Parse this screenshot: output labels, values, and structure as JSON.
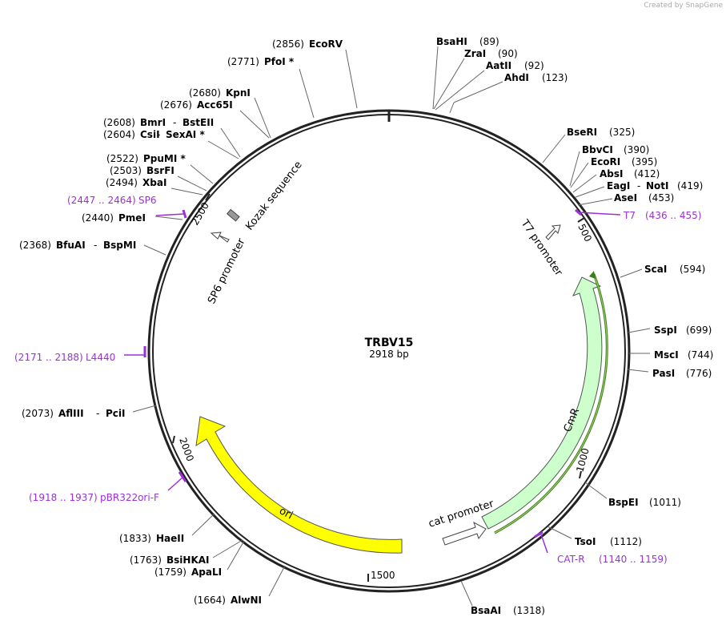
{
  "credit": "Created by SnapGene",
  "title": "TRBV15",
  "length_label": "2918 bp",
  "colors": {
    "backbone": "#222222",
    "ori": "#ffff00",
    "cmr": "#ccffcc",
    "orf_line": "#3a7d1a",
    "primer": "#9b30d9",
    "promoter": "#ffffff"
  },
  "tick_labels": [
    "500",
    "1000",
    "1500",
    "2000",
    "2500"
  ],
  "sites": [
    {
      "name": "EcoRV",
      "pos": "(2856)"
    },
    {
      "name": "PfoI *",
      "pos": "(2771)"
    },
    {
      "name": "KpnI",
      "pos": "(2680)"
    },
    {
      "name": "Acc65I",
      "pos": "(2676)"
    },
    {
      "name": "BmrI",
      "pos": "(2608)",
      "alt": "BstEII"
    },
    {
      "name": "CsiI",
      "pos": "(2604)",
      "alt": "SexAI *"
    },
    {
      "name": "PpuMI *",
      "pos": "(2522)"
    },
    {
      "name": "BsrFI",
      "pos": "(2503)"
    },
    {
      "name": "XbaI",
      "pos": "(2494)"
    },
    {
      "name": "PmeI",
      "pos": "(2440)"
    },
    {
      "name": "BfuAI",
      "pos": "(2368)",
      "alt": "BspMI"
    },
    {
      "name": "AflIII",
      "pos": "(2073)",
      "alt": "PciI"
    },
    {
      "name": "HaeII",
      "pos": "(1833)"
    },
    {
      "name": "BsiHKAI",
      "pos": "(1763)"
    },
    {
      "name": "ApaLI",
      "pos": "(1759)"
    },
    {
      "name": "AlwNI",
      "pos": "(1664)"
    },
    {
      "name": "BsaAI",
      "pos": "(1318)"
    },
    {
      "name": "TsoI",
      "pos": "(1112)"
    },
    {
      "name": "BspEI",
      "pos": "(1011)"
    },
    {
      "name": "PasI",
      "pos": "(776)"
    },
    {
      "name": "MscI",
      "pos": "(744)"
    },
    {
      "name": "SspI",
      "pos": "(699)"
    },
    {
      "name": "ScaI",
      "pos": "(594)"
    },
    {
      "name": "AseI",
      "pos": "(453)"
    },
    {
      "name": "EagI",
      "pos": "(419)",
      "alt": "NotI"
    },
    {
      "name": "AbsI",
      "pos": "(412)"
    },
    {
      "name": "EcoRI",
      "pos": "(395)"
    },
    {
      "name": "BbvCI",
      "pos": "(390)"
    },
    {
      "name": "BseRI",
      "pos": "(325)"
    },
    {
      "name": "BsaHI",
      "pos": "(89)"
    },
    {
      "name": "ZraI",
      "pos": "(90)"
    },
    {
      "name": "AatII",
      "pos": "(92)"
    },
    {
      "name": "AhdI",
      "pos": "(123)"
    }
  ],
  "primers": [
    {
      "name": "SP6",
      "range": "(2447 .. 2464)"
    },
    {
      "name": "L4440",
      "range": "(2171 .. 2188)"
    },
    {
      "name": "pBR322ori-F",
      "range": "(1918 .. 1937)"
    },
    {
      "name": "CAT-R",
      "range": "(1140 .. 1159)"
    },
    {
      "name": "T7",
      "range": "(436 .. 455)"
    }
  ],
  "features": {
    "ori": "ori",
    "cmr": "CmR",
    "cat_promoter": "cat promoter",
    "t7_promoter": "T7 promoter",
    "sp6_promoter": "SP6 promoter",
    "kozak": "Kozak sequence"
  }
}
